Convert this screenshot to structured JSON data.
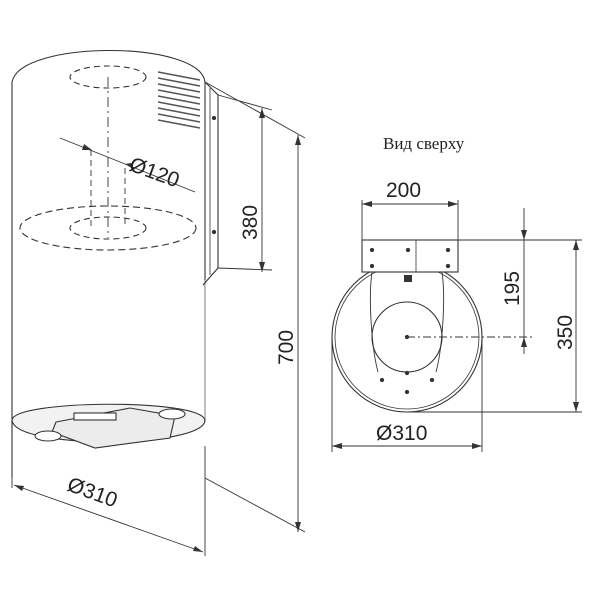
{
  "drawing": {
    "top_view_title": "Вид сверху",
    "dimensions": {
      "side_body_diameter": "Ø310",
      "side_chimney_diameter": "Ø120",
      "side_bracket_height": "380",
      "side_total_height": "700",
      "top_width": "200",
      "top_depth_to_center": "195",
      "top_total_depth": "350",
      "top_body_diameter": "Ø310"
    }
  }
}
